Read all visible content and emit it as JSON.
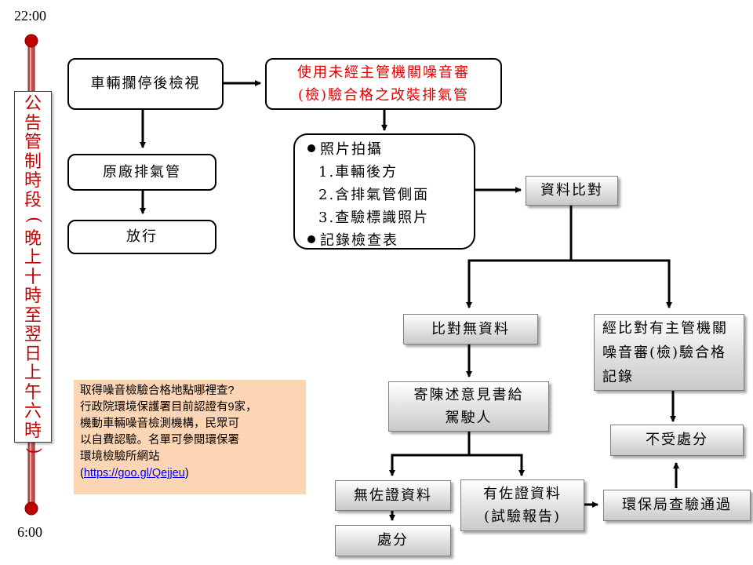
{
  "timeline": {
    "start_time": "22:00",
    "end_time": "6:00",
    "period_label": "公告管制時段(晚上十時至翌日上午六時)"
  },
  "nodes": {
    "vehicle_stop": "車輛攔停後檢視",
    "unapproved_exhaust_line1": "使用未經主管機關噪音審",
    "unapproved_exhaust_line2": "(檢)驗合格之改裝排氣管",
    "original_exhaust": "原廠排氣管",
    "release": "放行",
    "photo_title": "照片拍攝",
    "photo_item1": "1.車輛後方",
    "photo_item2": "2.含排氣管側面",
    "photo_item3": "3.查驗標識照片",
    "record_sheet": "記錄檢查表",
    "data_compare": "資料比對",
    "no_data": "比對無資料",
    "has_record": "經比對有主管機關噪音審(檢)驗合格記錄",
    "send_notice_line1": "寄陳述意見書給",
    "send_notice_line2": "駕駛人",
    "no_penalty": "不受處分",
    "no_evidence": "無佐證資料",
    "has_evidence_line1": "有佐證資料",
    "has_evidence_line2": "(試驗報告)",
    "epb_pass": "環保局查驗通過",
    "penalty": "處分"
  },
  "note": {
    "line1": "取得噪音檢驗合格地點哪裡查?",
    "line2": "行政院環境保護署目前認證有9家，",
    "line3": "機動車輛噪音檢測機構，民眾可",
    "line4": "以自費認驗。名單可參閱環保署",
    "line5": "環境檢驗所網站",
    "link_prefix": "(",
    "link": "https://goo.gl/Qejjeu",
    "link_suffix": ")",
    "background": "#fcd5b5"
  },
  "colors": {
    "highlight_text": "#e00000",
    "timeline_bar": "#c00000"
  }
}
